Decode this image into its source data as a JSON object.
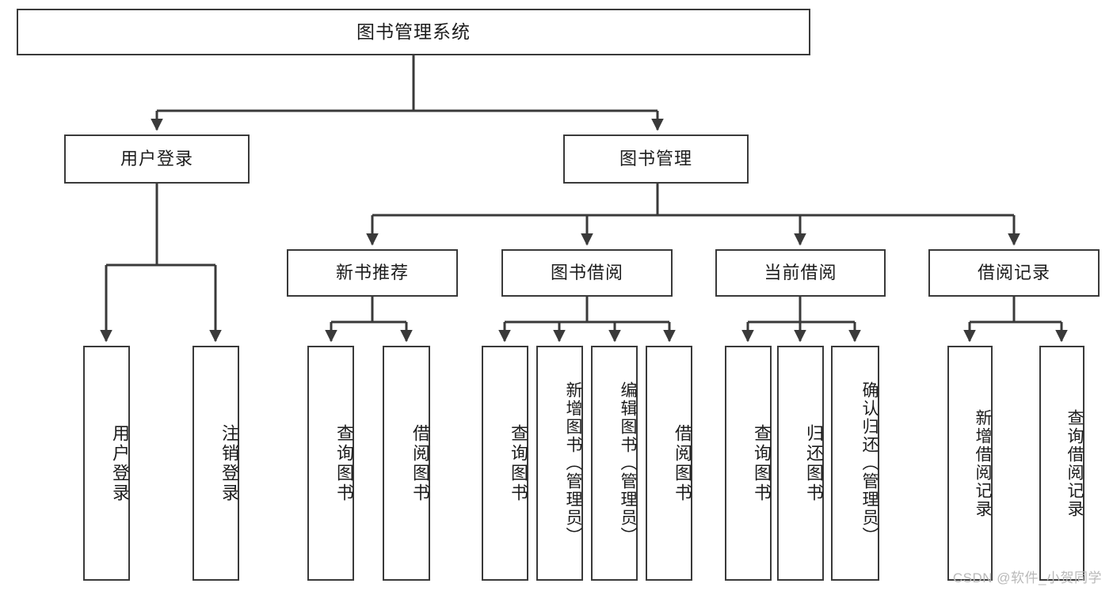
{
  "diagram": {
    "title_node": {
      "label": "图书管理系统"
    },
    "level2": [
      {
        "label": "用户登录"
      },
      {
        "label": "图书管理"
      }
    ],
    "level3": [
      {
        "label": "新书推荐"
      },
      {
        "label": "图书借阅"
      },
      {
        "label": "当前借阅"
      },
      {
        "label": "借阅记录"
      }
    ],
    "leaves": {
      "user_login": [
        {
          "label": "用户登录"
        },
        {
          "label": "注销登录"
        }
      ],
      "new_book_recommend": [
        {
          "label": "查询图书"
        },
        {
          "label": "借阅图书"
        }
      ],
      "book_borrow": [
        {
          "label": "查询图书"
        },
        {
          "label": "新增图书（管理员）"
        },
        {
          "label": "编辑图书（管理员）"
        },
        {
          "label": "借阅图书"
        }
      ],
      "current_borrow": [
        {
          "label": "查询图书"
        },
        {
          "label": "归还图书"
        },
        {
          "label": "确认归还（管理员）"
        }
      ],
      "borrow_record": [
        {
          "label": "新增借阅记录"
        },
        {
          "label": "查询借阅记录"
        }
      ]
    },
    "watermark": "CSDN @软件_小贺同学",
    "colors": {
      "stroke": "#3a3a3a",
      "fill": "#ffffff",
      "text": "#1c1c1c",
      "watermark": "#b9b9b9"
    }
  }
}
